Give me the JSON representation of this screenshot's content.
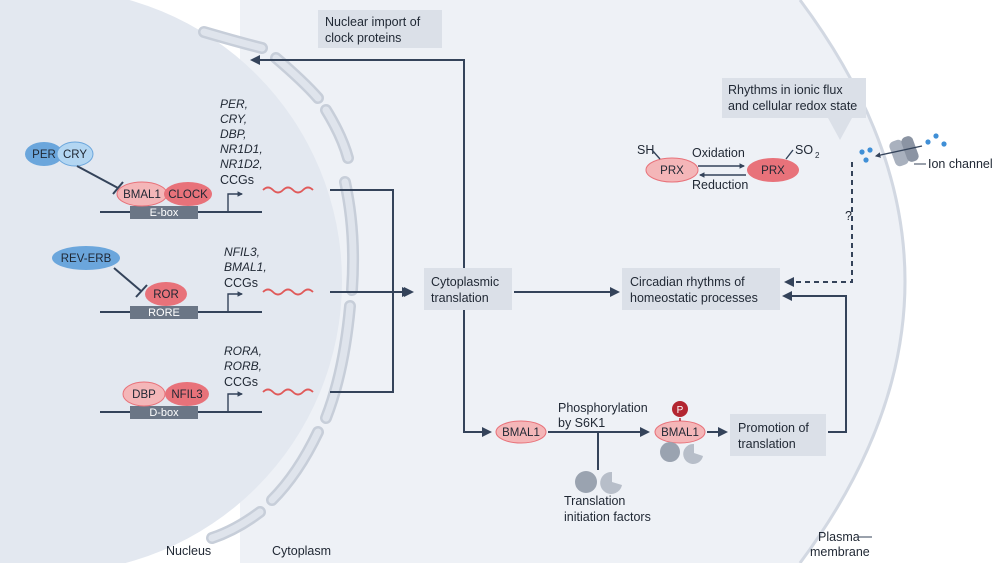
{
  "labels": {
    "nuclear_import_line1": "Nuclear import of",
    "nuclear_import_line2": "clock proteins",
    "ionic_line1": "Rhythms in ionic flux",
    "ionic_line2": "and cellular redox state",
    "cyto_translation_line1": "Cytoplasmic",
    "cyto_translation_line2": "translation",
    "circadian_line1": "Circadian rhythms of",
    "circadian_line2": "homeostatic processes",
    "promotion_line1": "Promotion of",
    "promotion_line2": "translation",
    "phospho_line1": "Phosphorylation",
    "phospho_line2": "by S6K1",
    "tif_line1": "Translation",
    "tif_line2": "initiation factors",
    "oxidation": "Oxidation",
    "reduction": "Reduction",
    "sh": "SH",
    "so2": "SO",
    "so2_sub": "2",
    "question": "?",
    "ion_channel": "Ion channel",
    "nucleus": "Nucleus",
    "cytoplasm": "Cytoplasm",
    "plasma_line1": "Plasma",
    "plasma_line2": "membrane",
    "p_badge": "P"
  },
  "proteins": {
    "per": "PER",
    "cry": "CRY",
    "bmal1": "BMAL1",
    "clock": "CLOCK",
    "reverb": "REV-ERB",
    "ror": "ROR",
    "dbp": "DBP",
    "nfil3": "NFIL3",
    "prx": "PRX"
  },
  "elements": {
    "ebox": "E-box",
    "rore": "RORE",
    "dbox": "D-box"
  },
  "targets": {
    "ebox_genes": [
      "PER,",
      "CRY,",
      "DBP,",
      "NR1D1,",
      "NR1D2,"
    ],
    "ebox_ccgs": "CCGs",
    "rore_genes": [
      "NFIL3,",
      "BMAL1,"
    ],
    "rore_ccgs": "CCGs",
    "dbox_genes": [
      "RORA,",
      "RORB,"
    ],
    "dbox_ccgs": "CCGs"
  },
  "colors": {
    "nucleus_fill": "#e3e8f0",
    "cell_fill": "#eef1f6",
    "membrane": "#d2d8e2",
    "label_box": "#dbe0e8",
    "blue_protein": "#6ba6dc",
    "light_blue_protein": "#b3d6f2",
    "red_protein": "#e8727a",
    "light_red_protein": "#f4b6b8",
    "dna_box": "#6b7686",
    "line": "#34435a",
    "mrna": "#e05a5a",
    "phospho": "#b32631"
  }
}
